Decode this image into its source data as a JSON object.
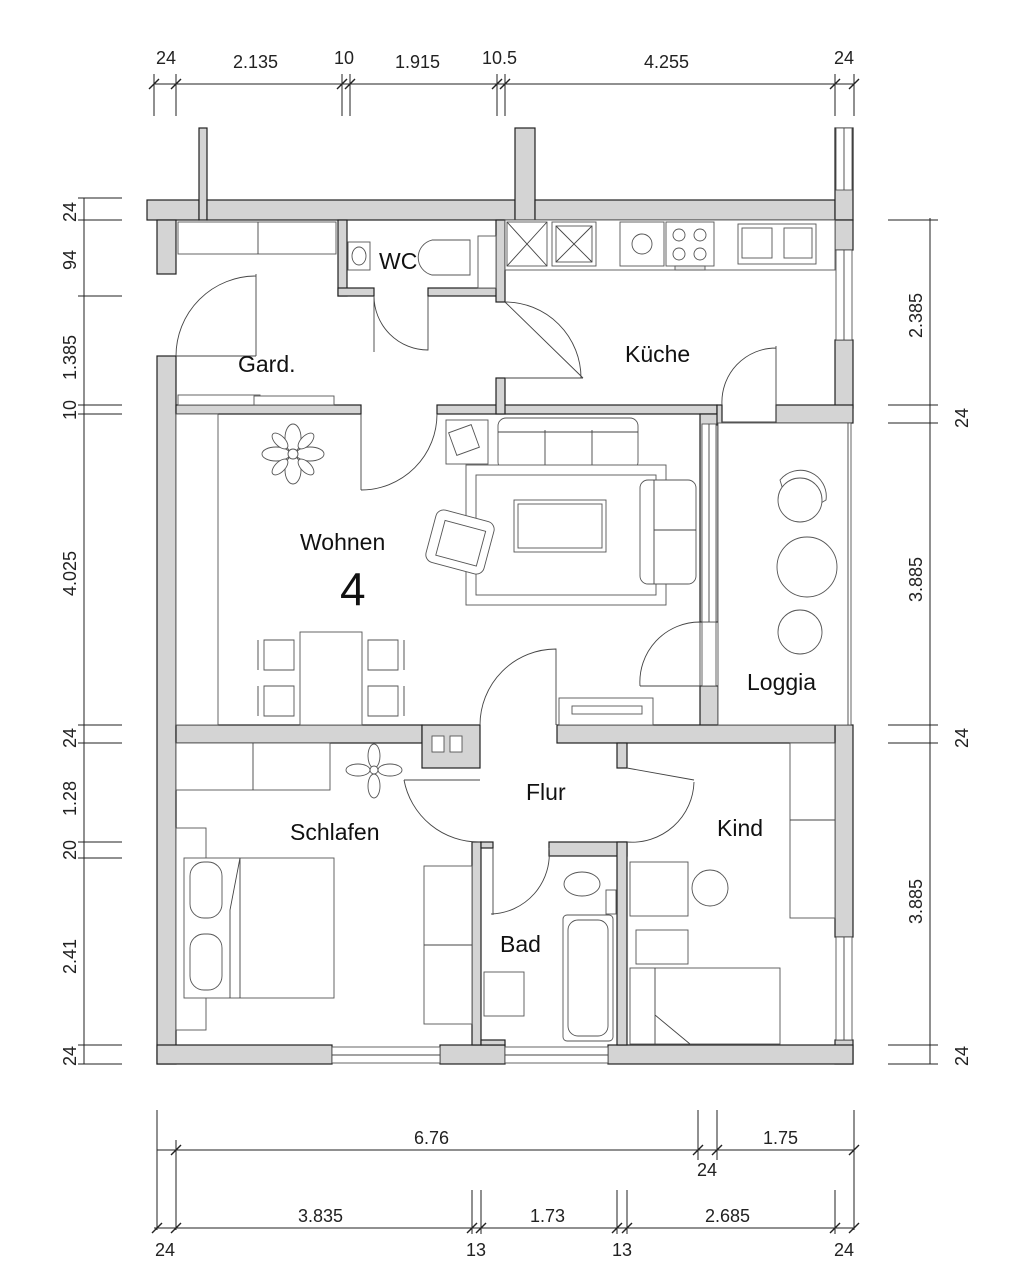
{
  "rooms": {
    "gard": "Gard.",
    "wc": "WC",
    "kueche": "Küche",
    "wohnen": "Wohnen",
    "loggia": "Loggia",
    "flur": "Flur",
    "schlafen": "Schlafen",
    "kind": "Kind",
    "bad": "Bad"
  },
  "unit_number": "4",
  "dimensions": {
    "top": [
      "24",
      "2.135",
      "10",
      "1.915",
      "10.5",
      "4.255",
      "24"
    ],
    "left": [
      "24",
      "94",
      "1.385",
      "10",
      "4.025",
      "24",
      "1.28",
      "20",
      "2.41",
      "24"
    ],
    "right": [
      "2.385",
      "24",
      "3.885",
      "24",
      "3.885",
      "24"
    ],
    "bottom_overall": [
      "6.76",
      "24",
      "1.75"
    ],
    "bottom_rooms": [
      "3.835",
      "1.73",
      "2.685"
    ],
    "bottom_walls": [
      "24",
      "13",
      "13",
      "24"
    ]
  }
}
